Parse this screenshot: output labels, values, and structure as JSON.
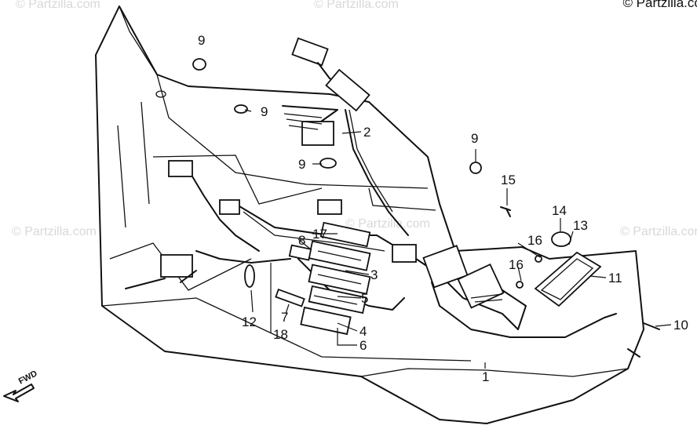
{
  "copyright": "© Partzilla.com",
  "watermarks": [
    "© Partzilla.com",
    "© Partzilla.com",
    "© Partzilla.com",
    "© Partzilla.com",
    "© Partzilla.com"
  ],
  "direction_label": "FWD",
  "callouts": {
    "c1": "1",
    "c2": "2",
    "c3": "3",
    "c4": "4",
    "c5": "5",
    "c6": "6",
    "c7": "7",
    "c8": "8",
    "c9a": "9",
    "c9b": "9",
    "c9c": "9",
    "c9d": "9",
    "c10": "10",
    "c11": "11",
    "c12": "12",
    "c13": "13",
    "c14": "14",
    "c15": "15",
    "c16a": "16",
    "c16b": "16",
    "c17": "17",
    "c18": "18"
  }
}
